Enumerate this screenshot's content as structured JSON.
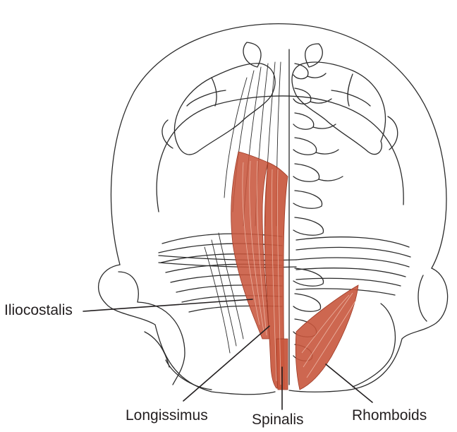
{
  "labels": {
    "iliocostalis": "Iliocostalis",
    "longissimus": "Longissimus",
    "spinalis": "Spinalis",
    "rhomboids": "Rhomboids"
  },
  "colors": {
    "muscle": "#c8573d",
    "muscle_dark": "#9e3a25",
    "outline": "#2b2b2b",
    "label_text": "#231f20"
  }
}
